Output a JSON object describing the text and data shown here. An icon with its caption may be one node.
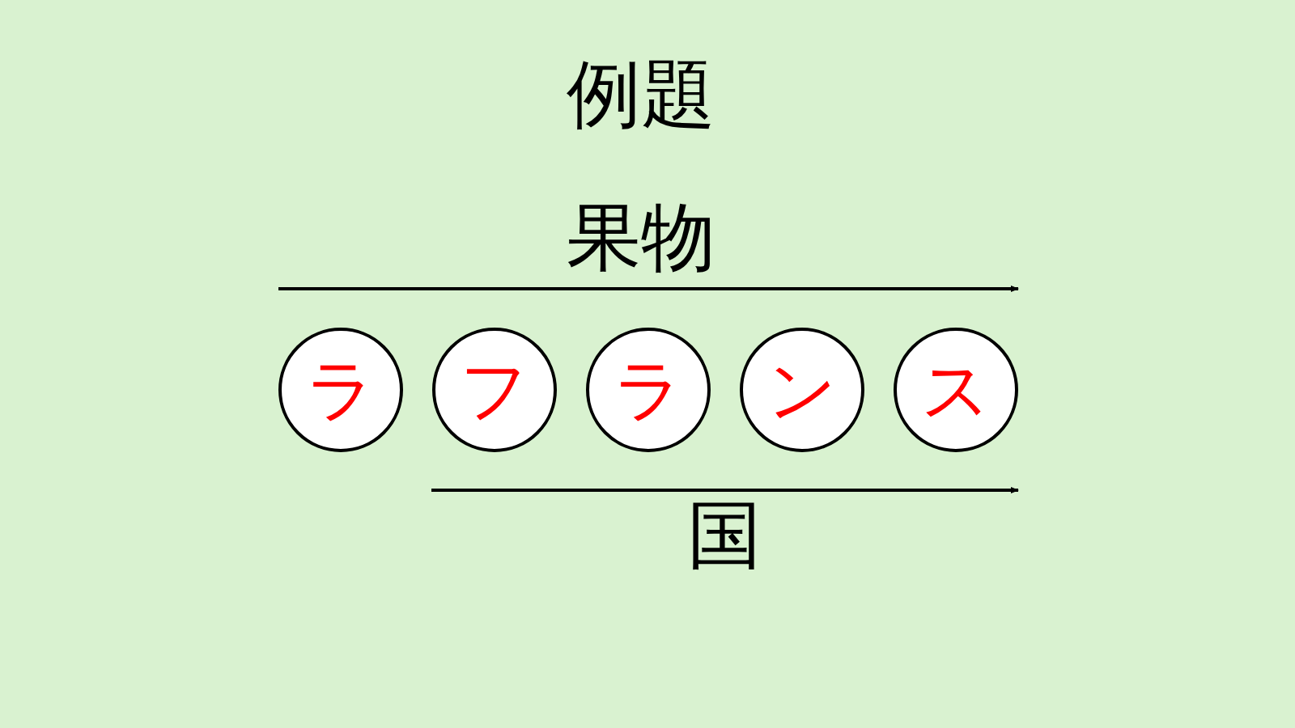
{
  "diagram": {
    "title": "例題",
    "nodes": [
      {
        "text": [
          "ラ"
        ]
      },
      {
        "text": [
          "フ"
        ]
      },
      {
        "text": [
          "ラ"
        ]
      },
      {
        "text": [
          "ン"
        ]
      },
      {
        "text": [
          "ス"
        ]
      }
    ],
    "labels": [
      "果物",
      "国"
    ]
  }
}
